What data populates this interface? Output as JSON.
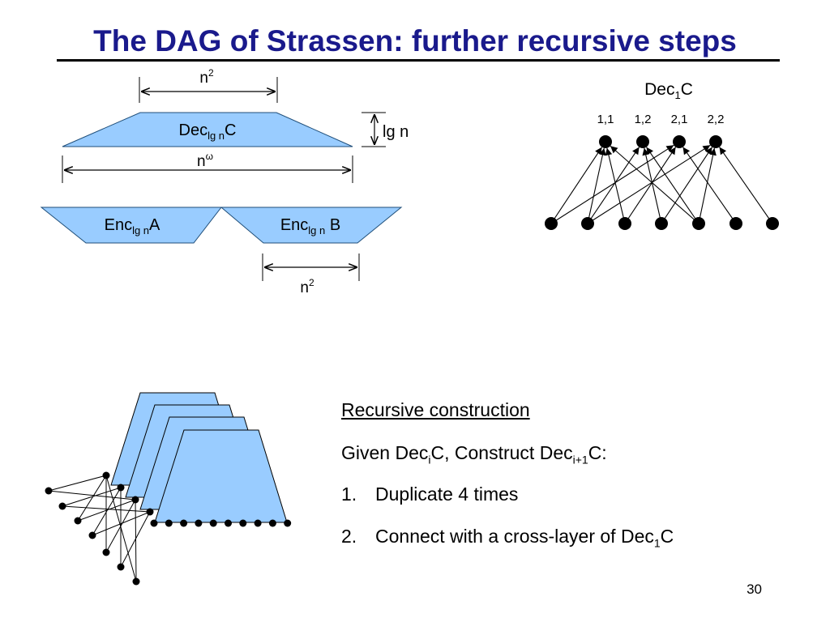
{
  "title": "The DAG of Strassen: further recursive steps",
  "colors": {
    "title": "#1a1a8c",
    "shape_fill": "#99ccff",
    "shape_stroke": "#1f4e79"
  },
  "top_diagram": {
    "dec_label": {
      "main": "Dec",
      "sub": "lg n",
      "tail": "C"
    },
    "enc_a_label": {
      "main": "Enc",
      "sub": "lg n",
      "tail": "A"
    },
    "enc_b_label": {
      "main": "Enc",
      "sub": "lg n",
      "tail": " B"
    },
    "top_width": {
      "main": "n",
      "sup": "2"
    },
    "bottom_width": {
      "main": "n",
      "sup": "ω"
    },
    "height": "lg n",
    "enc_width": {
      "main": "n",
      "sup": "2"
    }
  },
  "dec1": {
    "label": {
      "main": "Dec",
      "sub": "1",
      "tail": "C"
    },
    "outputs": [
      "1,1",
      "1,2",
      "2,1",
      "2,2"
    ]
  },
  "text": {
    "heading": "Recursive construction",
    "line1": {
      "a": "Given Dec",
      "sub1": "i",
      "b": "C, Construct Dec",
      "sub2": "i+1",
      "c": "C:"
    },
    "items": [
      {
        "num": "1.",
        "text": "Duplicate 4 times"
      },
      {
        "num": "2.",
        "text": "Connect with a cross-layer of Dec",
        "sub": "1",
        "tail": "C"
      }
    ]
  },
  "slide_number": "30"
}
